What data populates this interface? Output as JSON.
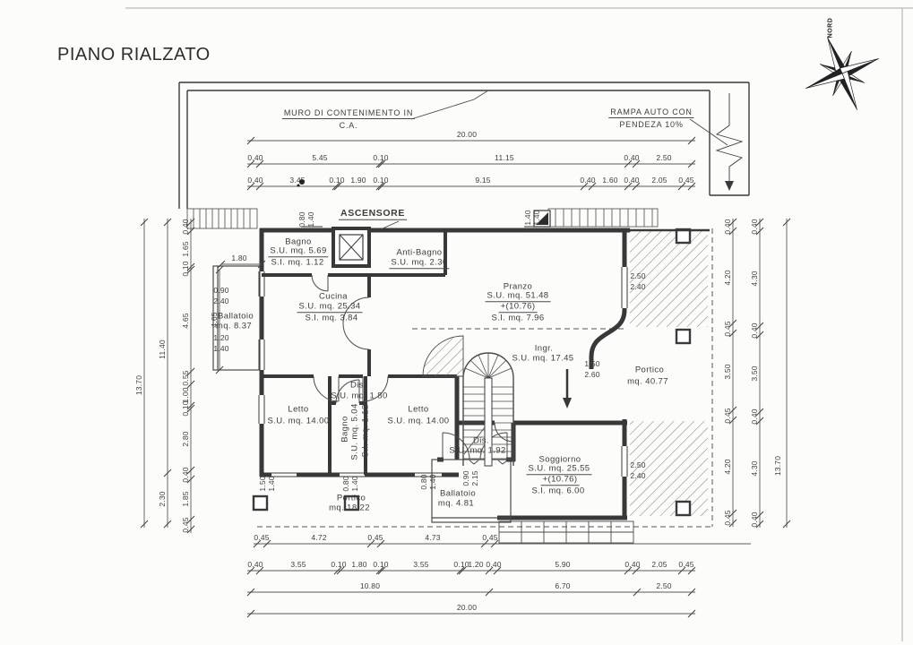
{
  "annotations": {
    "title": "PIANO RIALZATO",
    "muro_line1": "MURO DI CONTENIMENTO IN",
    "muro_line2": "C.A.",
    "rampa_line1": "RAMPA AUTO CON",
    "rampa_line2": "PENDEZA 10%",
    "ascensore": "ASCENSORE",
    "nord": "NORD"
  },
  "colors": {
    "ink": "#3a3a3a",
    "paper": "#fcfcfa"
  },
  "rooms": {
    "bagno_top": {
      "name": "Bagno",
      "lines": [
        "S.U. mq. 5.69",
        "S.I. mq. 1.12"
      ]
    },
    "anti_bagno": {
      "name": "Anti-Bagno",
      "lines": [
        "S.U. mq. 2.30"
      ]
    },
    "cucina": {
      "name": "Cucina",
      "lines": [
        "S.U. mq. 25.34",
        "S.I. mq. 3.84"
      ]
    },
    "ballatoio_left": {
      "name": "Ballatoio",
      "lines": [
        "mq. 8.37"
      ]
    },
    "pranzo": {
      "name": "Pranzo",
      "lines": [
        "S.U. mq. 51.48",
        "+(10.76)",
        "S.I. mq. 7.96"
      ]
    },
    "ingresso": {
      "name": "Ingr.",
      "lines": [
        "S.U. mq. 17.45"
      ]
    },
    "portico_right": {
      "name": "Portico",
      "lines": [
        "mq. 40.77"
      ]
    },
    "letto_left": {
      "name": "Letto",
      "lines": [
        "S.U. mq. 14.00"
      ]
    },
    "letto_right": {
      "name": "Letto",
      "lines": [
        "S.U. mq. 14.00"
      ]
    },
    "dis_top": {
      "name": "Dis.",
      "lines": [
        "S.U. mq. 1.80"
      ]
    },
    "bagno_small": {
      "name": "Bagno",
      "lines": [
        "S.U. mq. 5.04",
        "S.I. mq. 1.12"
      ]
    },
    "dis_bottom": {
      "name": "Dis.",
      "lines": [
        "S.U. mq. 1.92"
      ]
    },
    "soggiorno": {
      "name": "Soggiorno",
      "lines": [
        "S.U. mq. 25.55",
        "+(10.76)",
        "S.I. mq. 6.00"
      ]
    },
    "ballatoio_bottom": {
      "name": "Ballatoio",
      "lines": [
        "mq. 4.81"
      ]
    },
    "portico_bottom": {
      "name": "Portico",
      "lines": [
        "mq. 18.22"
      ]
    }
  },
  "dims": {
    "top_overall": "20.00",
    "bottom_overall": "20.00",
    "top_row1": [
      "0.40",
      "5.45",
      "0.10",
      "11.15",
      "0.40",
      "2.50"
    ],
    "top_row2": [
      "0.40",
      "3.45",
      "0.10",
      "1.90",
      "0.10",
      "9.15",
      "0.40",
      "1.60",
      "0.40",
      "2.05",
      "0.45"
    ],
    "bottom_row_a": [
      "0.45",
      "4.72",
      "0.45",
      "4.73",
      "0.45"
    ],
    "bottom_row_b": [
      "0.40",
      "3.55",
      "0.10",
      "1.80",
      "0.10",
      "3.55",
      "0.10",
      "1.20",
      "0.40",
      "5.90",
      "0.40",
      "2.05",
      "0.45"
    ],
    "bottom_row_c": [
      "10.80",
      "6.70",
      "2.50"
    ],
    "left_outer": "13.70",
    "left_mid": [
      "11.40",
      "2.30"
    ],
    "left_inner": [
      "0.40",
      "1.65",
      "0.10",
      "4.65",
      "0.55",
      "1.00",
      "0.10",
      "2.80",
      "0.40",
      "1.85",
      "0.45"
    ],
    "right_col1": [
      "0.40",
      "4.20",
      "0.45",
      "3.50",
      "0.45",
      "4.20",
      "0.45"
    ],
    "right_col2": [
      "0.40",
      "4.30",
      "0.40",
      "3.50",
      "0.40",
      "4.30",
      "0.40"
    ],
    "right_outer": "13.70",
    "plan": {
      "win_top_left": [
        "0.80",
        "1.40"
      ],
      "win_top_right": [
        "1.40",
        "1.40"
      ],
      "cucina_left": [
        "0.90",
        "2.40"
      ],
      "ballatoio_left_low": [
        "1.20",
        "1.40"
      ],
      "ballatoio_width": "1.80",
      "ballatoio_height": "4.65",
      "pranzo_right": [
        "2.50",
        "2.40"
      ],
      "ingr_door": [
        "1.50",
        "2.60"
      ],
      "soggiorno_right": [
        "2.50",
        "2.40"
      ],
      "portico_win1": [
        "1.50",
        "1.40"
      ],
      "portico_win2": [
        "0.80",
        "1.40"
      ],
      "portico_win3": [
        "0.80",
        "1.40"
      ],
      "ballatoio_bottom_door": [
        "0.90",
        "2.15"
      ]
    }
  }
}
